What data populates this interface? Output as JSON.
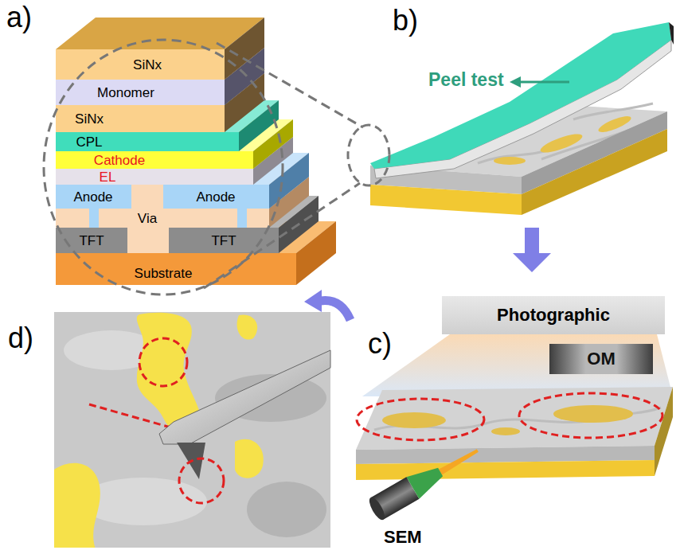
{
  "diagram": {
    "nodes": [
      {
        "text": [
          "SiNx"
        ]
      },
      {
        "text": [
          "Monomer"
        ]
      },
      {
        "text": [
          "SiNx"
        ]
      },
      {
        "text": [
          "CPL"
        ]
      },
      {
        "text": [
          "Cathode"
        ]
      },
      {
        "text": [
          "EL"
        ]
      },
      {
        "text": [
          "Anode"
        ]
      },
      {
        "text": [
          "Anode"
        ]
      },
      {
        "text": [
          "Via"
        ]
      },
      {
        "text": [
          "TFT"
        ]
      },
      {
        "text": [
          "TFT"
        ]
      },
      {
        "text": [
          "Substrate"
        ]
      },
      {
        "text": [
          "Photographic"
        ]
      },
      {
        "text": [
          "OM"
        ]
      }
    ],
    "labels": [
      "a)",
      "b)",
      "Peel test",
      "c)",
      "d)",
      "SEM"
    ]
  }
}
